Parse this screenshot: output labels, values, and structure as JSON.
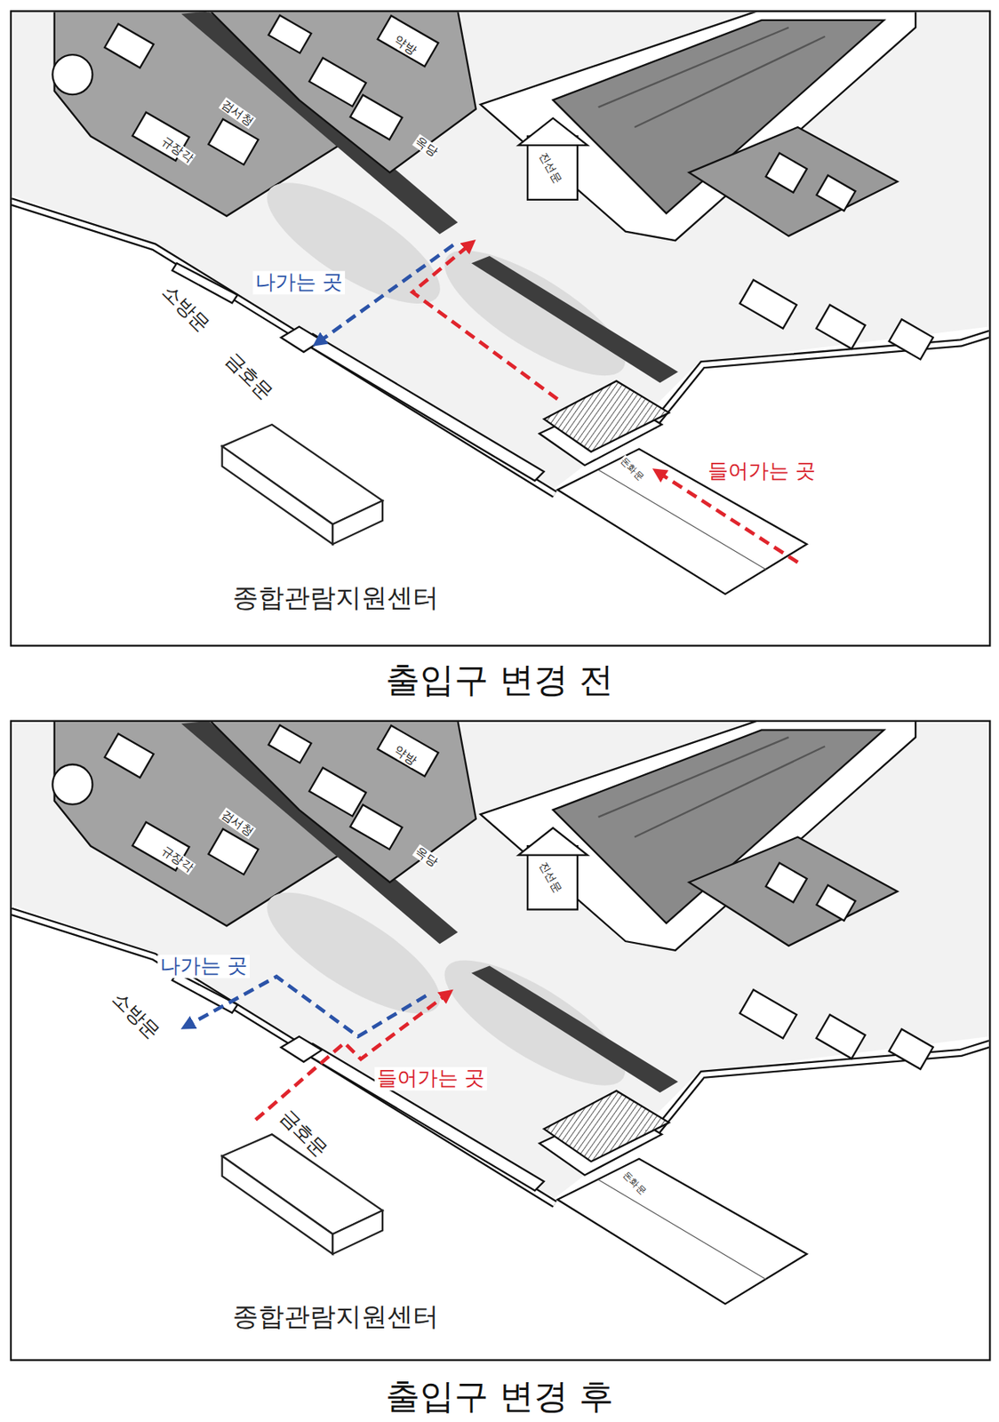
{
  "diagram": {
    "labels": [
      "규장각",
      "검서청",
      "약방",
      "옥당",
      "진선문",
      "소방문",
      "금호문",
      "돈화문",
      "나가는 곳",
      "들어가는 곳",
      "종합관람지원센터",
      "출입구 변경 전",
      "규장각",
      "검서청",
      "약방",
      "옥당",
      "진선문",
      "나가는 곳",
      "소방문",
      "들어가는 곳",
      "금호문",
      "돈화문",
      "종합관람지원센터",
      "출입구 변경 후"
    ]
  }
}
